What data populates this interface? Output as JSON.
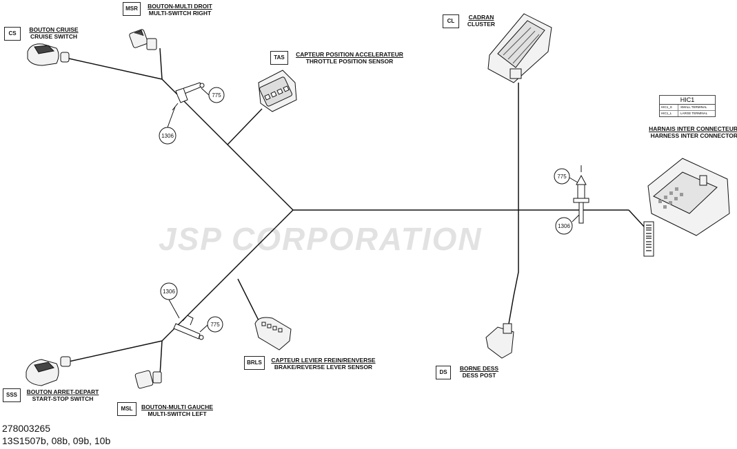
{
  "watermark": "JSP CORPORATION",
  "references": {
    "part_number": "278003265",
    "models": "13S1507b, 08b, 09b, 10b"
  },
  "components": {
    "cs": {
      "code": "CS",
      "label_fr": "BOUTON CRUISE",
      "label_en": "CRUISE SWITCH"
    },
    "msr": {
      "code": "MSR",
      "label_fr": "BOUTON-MULTI DROIT",
      "label_en": "MULTI-SWITCH RIGHT"
    },
    "tas": {
      "code": "TAS",
      "label_fr": "CAPTEUR POSITION ACCELERATEUR",
      "label_en": "THROTTLE POSITION SENSOR"
    },
    "cl": {
      "code": "CL",
      "label_fr": "CADRAN",
      "label_en": "CLUSTER"
    },
    "hic": {
      "label_fr": "HARNAIS INTER CONNECTEUR",
      "label_en": "HARNESS INTER CONNECTOR"
    },
    "brls": {
      "code": "BRLS",
      "label_fr": "CAPTEUR LEVIER FREIN/RENVERSE",
      "label_en": "BRAKE/REVERSE LEVER SENSOR"
    },
    "ds": {
      "code": "DS",
      "label_fr": "BORNE DESS",
      "label_en": "DESS POST"
    },
    "sss": {
      "code": "SSS",
      "label_fr": "BOUTON ARRET-DEPART",
      "label_en": "START-STOP SWITCH"
    },
    "msl": {
      "code": "MSL",
      "label_fr": "BOUTON-MULTI GAUCHE",
      "label_en": "MULTI-SWITCH LEFT"
    }
  },
  "hic_table": {
    "title": "HIC1",
    "rows": [
      {
        "id": "HIC1_S",
        "desc": "SMALL TERMINAL"
      },
      {
        "id": "HIC1_L",
        "desc": "LARGE TERMINAL"
      }
    ]
  },
  "callouts": {
    "c775_top": "775",
    "c1306_top": "1306",
    "c1306_bottom": "1306",
    "c775_bottom": "775",
    "c775_right": "775",
    "c1306_right": "1306"
  }
}
